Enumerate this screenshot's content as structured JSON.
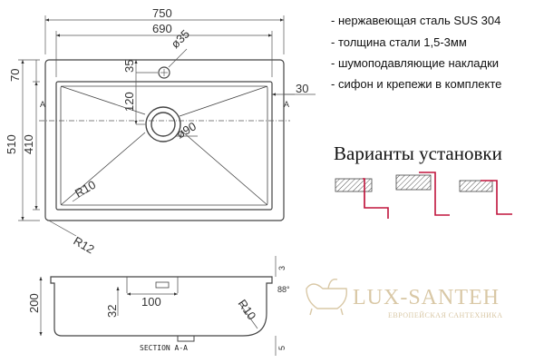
{
  "drawing": {
    "dimensions": {
      "overall_width": "750",
      "inner_width": "690",
      "drain_diameter": "ø35",
      "drain_offset_top": "35",
      "drain_offset_vertical": "120",
      "side_offset": "30",
      "flange_top": "70",
      "overall_height": "510",
      "inner_height": "410",
      "drain_hole": "ø90",
      "inner_radius": "R10",
      "outer_radius": "R12",
      "section_marker_left": "A",
      "section_marker_right": "A"
    },
    "section": {
      "label": "SECTION A-A",
      "depth": "200",
      "overflow_offset": "32",
      "overflow_width": "100",
      "corner_radius": "R10",
      "rim_dim_top": "3",
      "rim_dim_bottom": "5",
      "angle": "88°"
    }
  },
  "specs": [
    "- нержавеющая сталь SUS 304",
    "- толщина стали 1,5-3мм",
    "- шумоподавляющие накладки",
    "- сифон и крепежи в комплекте"
  ],
  "install": {
    "title": "Варианты установки",
    "accent_color": "#c0143c"
  },
  "brand": {
    "name": "LUX-SANTEH",
    "tagline": "ЕВРОПЕЙСКАЯ САНТЕХНИКА",
    "color": "#d9c8a6"
  }
}
